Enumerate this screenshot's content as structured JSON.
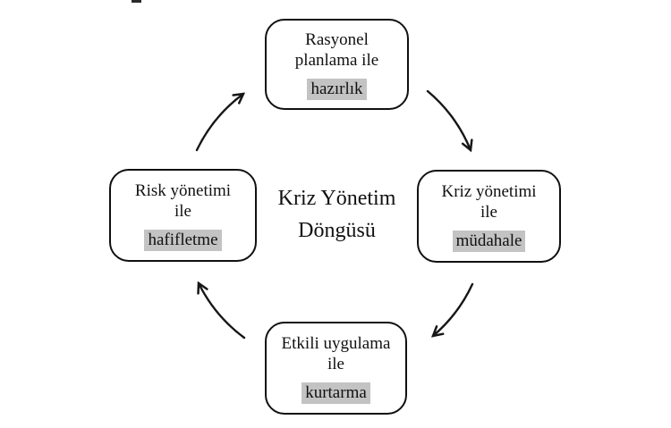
{
  "title": {
    "line1": "Kriz Yönetim",
    "line2": "Döngüsü"
  },
  "nodes": {
    "top": {
      "line1": "Rasyonel",
      "line2": "planlama ile",
      "highlight": "hazırlık"
    },
    "right": {
      "line1": "Kriz yönetimi",
      "line2": "ile",
      "highlight": "müdahale"
    },
    "bottom": {
      "line1": "Etkili uygulama",
      "line2": "ile",
      "highlight": "kurtarma"
    },
    "left": {
      "line1": "Risk yönetimi",
      "line2": "ile",
      "highlight": "hafifletme"
    }
  },
  "colors": {
    "highlight_bg": "#c3c3c3",
    "line": "#161616",
    "text": "#111111",
    "background": "#ffffff"
  }
}
